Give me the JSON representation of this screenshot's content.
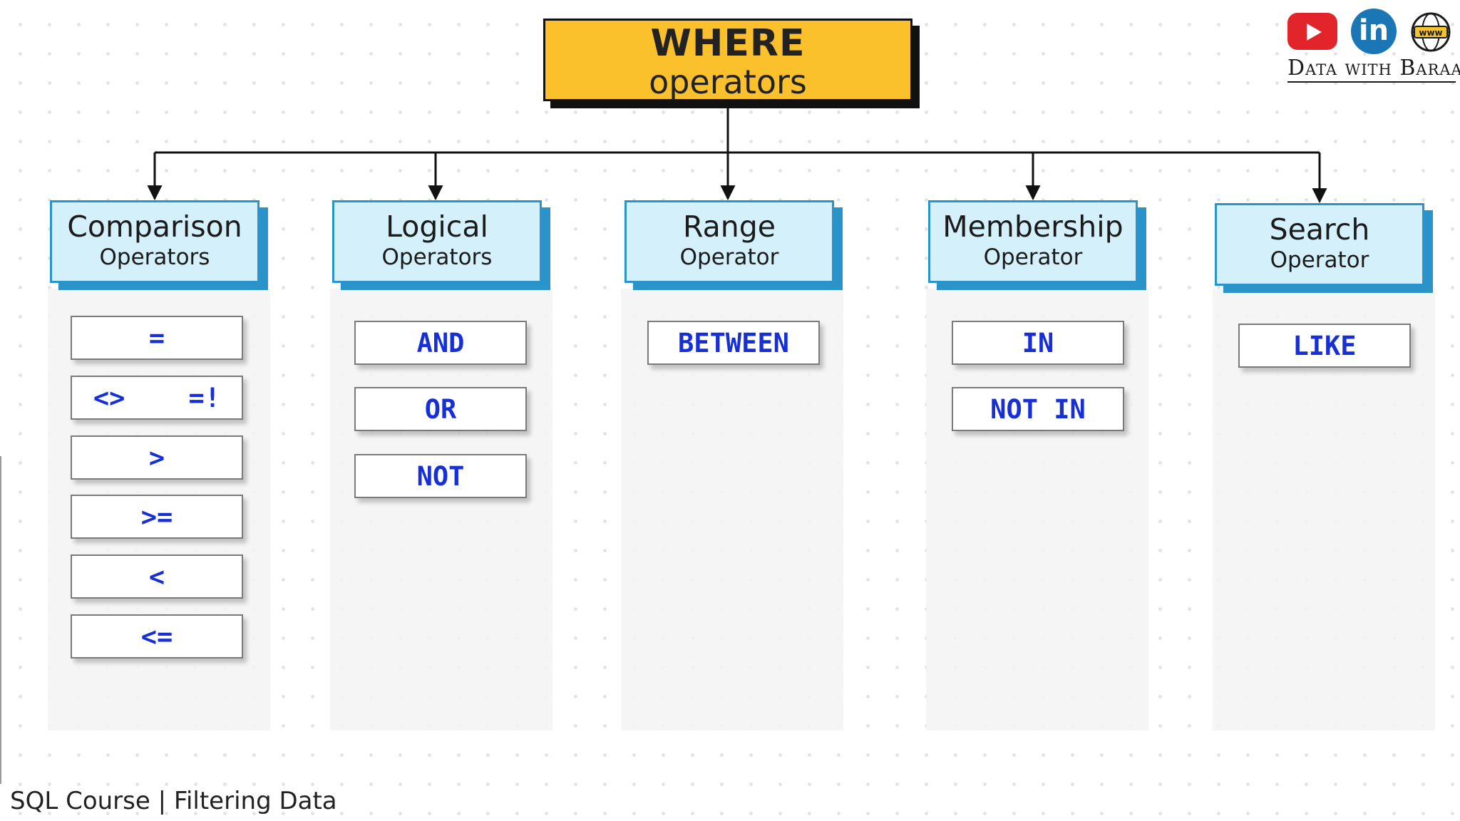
{
  "root": {
    "title": "WHERE",
    "subtitle": "operators"
  },
  "categories": [
    {
      "title": "Comparison",
      "subtitle": "Operators",
      "operators": [
        "=",
        "<>    =!",
        ">",
        ">=",
        "<",
        "<="
      ]
    },
    {
      "title": "Logical",
      "subtitle": "Operators",
      "operators": [
        "AND",
        "OR",
        "NOT"
      ]
    },
    {
      "title": "Range",
      "subtitle": "Operator",
      "operators": [
        "BETWEEN"
      ]
    },
    {
      "title": "Membership",
      "subtitle": "Operator",
      "operators": [
        "IN",
        "NOT IN"
      ]
    },
    {
      "title": "Search",
      "subtitle": "Operator",
      "operators": [
        "LIKE"
      ]
    }
  ],
  "brand": {
    "name": "Data with Baraa",
    "icons": [
      "youtube-icon",
      "linkedin-icon",
      "globe-icon"
    ],
    "linkedin_glyph": "in",
    "globe_label": "www"
  },
  "footer": {
    "caption": "SQL Course | Filtering Data"
  },
  "colors": {
    "root_fill": "#fbc12c",
    "category_fill": "#d3f0fb",
    "category_border": "#2a93c9",
    "operator_text": "#1730d6"
  }
}
